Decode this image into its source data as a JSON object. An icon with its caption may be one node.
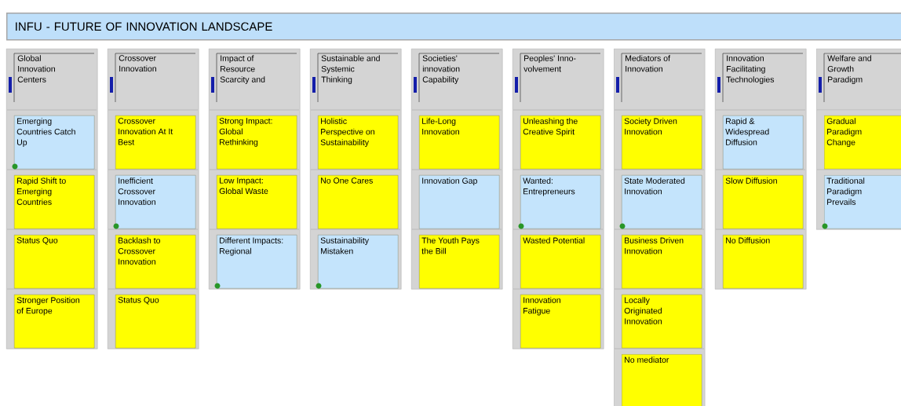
{
  "diagram": {
    "title": "INFU - FUTURE OF INNOVATION LANDSCAPE",
    "nodes": [
      {
        "text": [
          "Global Innovation Centers"
        ]
      },
      {
        "text": [
          "Emerging Countries Catch Up"
        ],
        "in": 0
      },
      {
        "text": [
          "Rapid Shift to Emerging Countries"
        ],
        "in": 0
      },
      {
        "text": [
          "Status Quo"
        ],
        "in": 0
      },
      {
        "text": [
          "Stronger Position of Europe"
        ],
        "in": 0
      },
      {
        "text": [
          "Crossover Innovation"
        ]
      },
      {
        "text": [
          "Crossover Innovation At It Best"
        ],
        "in": 5
      },
      {
        "text": [
          "Inefficient Crossover Innovation"
        ],
        "in": 5
      },
      {
        "text": [
          "Backlash to Crossover Innovation"
        ],
        "in": 5
      },
      {
        "text": [
          "Status Quo"
        ],
        "in": 5
      },
      {
        "text": [
          "Impact of Resource Scarcity and"
        ]
      },
      {
        "text": [
          "Strong Impact: Global Rethinking"
        ],
        "in": 10
      },
      {
        "text": [
          "Low Impact: Global Waste"
        ],
        "in": 10
      },
      {
        "text": [
          "Different Impacts: Regional"
        ],
        "in": 10
      },
      {
        "text": [
          "Sustainable and Systemic Thinking"
        ]
      },
      {
        "text": [
          "Holistic Perspective on Sustainability"
        ],
        "in": 14
      },
      {
        "text": [
          "No One Cares"
        ],
        "in": 14
      },
      {
        "text": [
          "Sustainability Mistaken"
        ],
        "in": 14
      },
      {
        "text": [
          "Societies' innovation Capability"
        ]
      },
      {
        "text": [
          "Life-Long Innovation"
        ],
        "in": 18
      },
      {
        "text": [
          "Innovation Gap"
        ],
        "in": 18
      },
      {
        "text": [
          "The Youth Pays the Bill"
        ],
        "in": 18
      },
      {
        "text": [
          "Peoples' Inno- volvement"
        ]
      },
      {
        "text": [
          "Unleashing the Creative Spirit"
        ],
        "in": 22
      },
      {
        "text": [
          "Wanted: Entrepreneurs"
        ],
        "in": 22
      },
      {
        "text": [
          "Wasted Potential"
        ],
        "in": 22
      },
      {
        "text": [
          "Innovation Fatigue"
        ],
        "in": 22
      },
      {
        "text": [
          "Mediators of Innovation"
        ]
      },
      {
        "text": [
          "Society Driven Innovation"
        ],
        "in": 27
      },
      {
        "text": [
          "State Moderated Innovation"
        ],
        "in": 27
      },
      {
        "text": [
          "Business Driven Innovation"
        ],
        "in": 27
      },
      {
        "text": [
          "Locally Originated Innovation"
        ],
        "in": 27
      },
      {
        "text": [
          "No mediator"
        ],
        "in": 27
      },
      {
        "text": [
          "Innovation Facilitating Technologies"
        ]
      },
      {
        "text": [
          "Rapid & Widespread Diffusion"
        ],
        "in": 33
      },
      {
        "text": [
          "Slow Diffusion"
        ],
        "in": 33
      },
      {
        "text": [
          "No Diffusion"
        ],
        "in": 33
      },
      {
        "text": [
          "Welfare and Growth Paradigm"
        ]
      },
      {
        "text": [
          "Gradual Paradigm Change"
        ],
        "in": 37
      },
      {
        "text": [
          "Traditional Paradigm Prevails"
        ],
        "in": 37
      }
    ]
  }
}
